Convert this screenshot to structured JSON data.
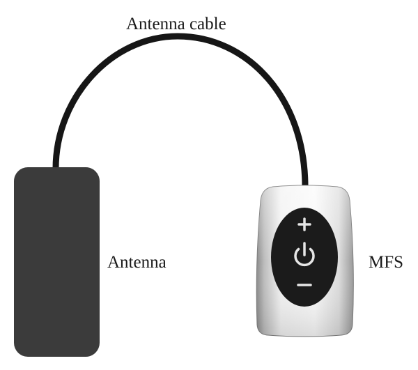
{
  "labels": {
    "cable": "Antenna cable",
    "antenna": "Antenna",
    "mfs": "MFS"
  },
  "icons": {
    "plus": "plus-icon",
    "power": "power-icon",
    "minus": "minus-icon"
  },
  "colors": {
    "background": "#ffffff",
    "text": "#1a1a1a",
    "cable": "#161616",
    "antenna_body": "#3b3b3b",
    "device_shell": "#e8e8e8",
    "button_panel": "#1b1b1b",
    "button_symbols": "#e6e6e6"
  }
}
